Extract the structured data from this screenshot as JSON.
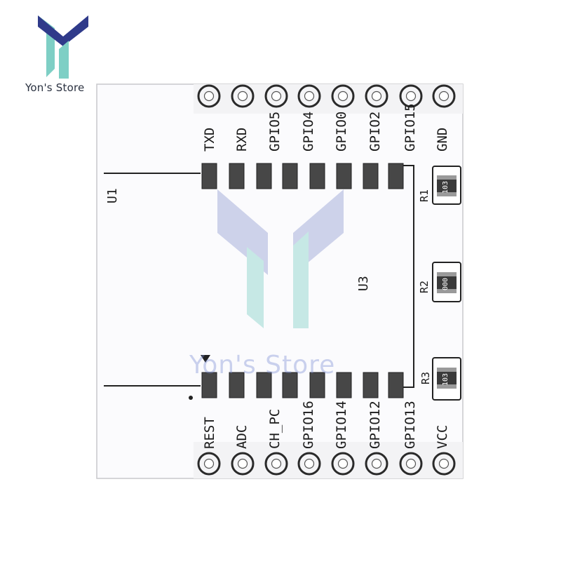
{
  "store": {
    "name": "Yon's Store",
    "watermark": "Yon's Store",
    "brand_colors": [
      "#2f3a8a",
      "#7ecfc5",
      "#8f9ad0"
    ]
  },
  "board": {
    "top_pins": [
      "TXD",
      "RXD",
      "GPIO5",
      "GPIO4",
      "GPIO0",
      "GPIO2",
      "GPIO15",
      "GND"
    ],
    "bottom_pins": [
      "REST",
      "ADC",
      "CH_PC",
      "GPIO16",
      "GPIO14",
      "GPIO12",
      "GPIO13",
      "VCC"
    ],
    "labels": {
      "u1": "U1",
      "u3": "U3"
    },
    "resistors": [
      {
        "ref": "R1",
        "code": "103"
      },
      {
        "ref": "R2",
        "code": "000"
      },
      {
        "ref": "R3",
        "code": "103"
      }
    ]
  }
}
